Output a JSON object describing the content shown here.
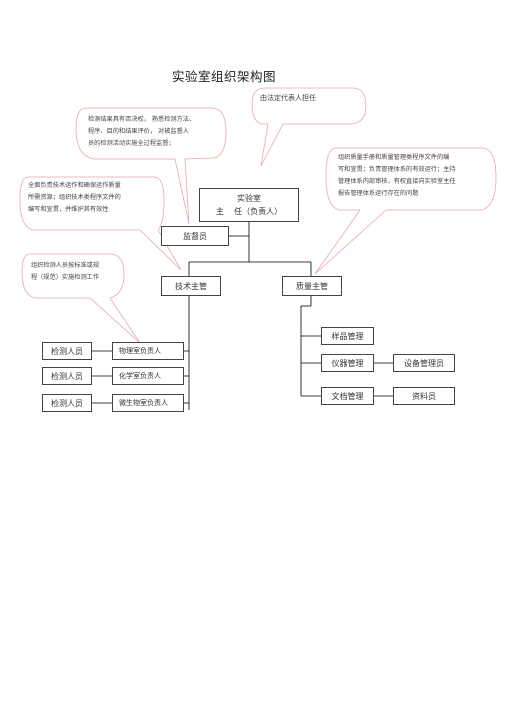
{
  "title": "实验室组织架构图",
  "callouts": {
    "rep": "由法定代表人担任",
    "supervisor": [
      "检测结果具有否决权， 熟悉检测方法、",
      "程序、目的和结果评价， 对被监督人",
      "员的检测活动实施全过程监督；"
    ],
    "tech": [
      "全面负责技术运作和确保运作质量",
      "所需资源；组织技术类程序文件的",
      "编写和宣贯，并维护其有效性"
    ],
    "quality": [
      "组织质量手册和质量管理类程序文件的编",
      "写和宣贯；负责管理体系的有效运行；主持",
      "管理体系内部审核，有权直接向实验室主任",
      "报告管理体系运行存在的问题"
    ],
    "inspector": [
      "组织检测人员按标准或规",
      "程（规范）实施检测工作"
    ]
  },
  "nodes": {
    "lab_director_line1": "实验室",
    "lab_director_line2": "主    任（负责人）",
    "supervisor": "监督员",
    "tech_manager": "技术主管",
    "quality_manager": "质量主管",
    "inspectors": [
      "检测人员",
      "检测人员",
      "检测人员"
    ],
    "rooms": [
      "物理室负责人",
      "化学室负责人",
      "微生物室负责人"
    ],
    "sample_mgmt": "样品管理",
    "instrument_mgmt": "仪器管理",
    "equipment_admin": "设备管理员",
    "document_mgmt": "文档管理",
    "archivist": "资料员"
  },
  "colors": {
    "callout_border": "#e8a8a8",
    "box_border": "#444444",
    "line": "#000000"
  }
}
